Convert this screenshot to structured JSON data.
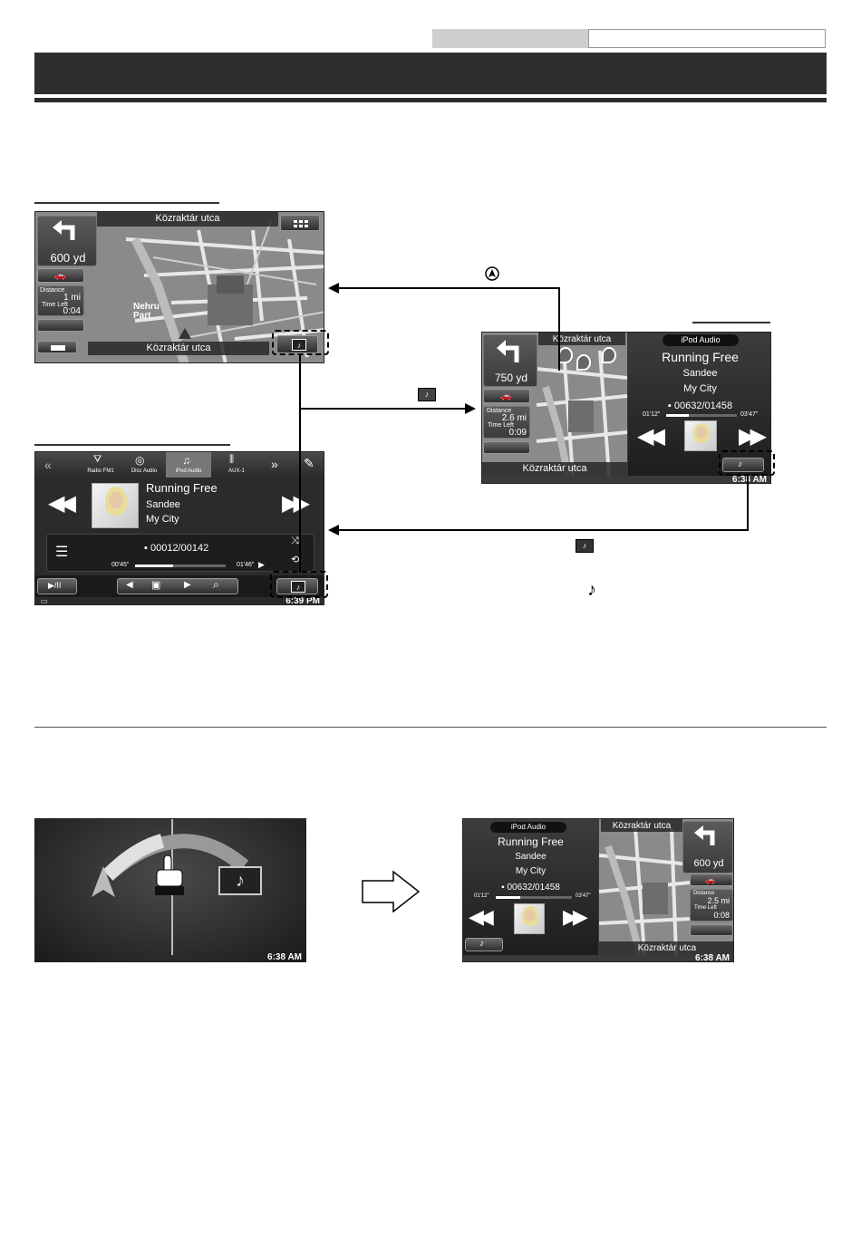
{
  "nav_full": {
    "street_top": "Közraktár utca",
    "street_bottom": "Közraktár utca",
    "turn_distance": "600 yd",
    "distance_label": "Distance",
    "distance_value": "1 mi",
    "time_label": "Time Left",
    "time_value": "0:04",
    "map_label": "Nehru\nPart"
  },
  "split_screen": {
    "street_top": "Közraktár utca",
    "street_bottom": "Közraktár utca",
    "turn_distance": "750 yd",
    "distance_label": "Distance",
    "distance_value": "2.6 mi",
    "time_label": "Time Left",
    "time_value": "0:09",
    "source": "iPod Audio",
    "title": "Running Free",
    "artist": "Sandee",
    "album": "My City",
    "track": "00632/01458",
    "elapsed": "01'12\"",
    "total": "03'47\"",
    "progress": 0.32,
    "clock": "6:38 AM"
  },
  "audio_full": {
    "sources": [
      "Radio FM1",
      "Disc Audio",
      "iPod Audio",
      "AUX-1"
    ],
    "title": "Running Free",
    "artist": "Sandee",
    "album": "My City",
    "track": "00012/00142",
    "elapsed": "00'45\"",
    "total": "01'46\"",
    "progress": 0.42,
    "clock": "6:39 PM"
  },
  "gesture_screen": {
    "clock": "6:38 AM"
  },
  "result_screen": {
    "source": "iPod Audio",
    "title": "Running Free",
    "artist": "Sandee",
    "album": "My City",
    "track": "00632/01458",
    "elapsed": "01'12\"",
    "total": "03'47\"",
    "progress": 0.32,
    "street_top": "Közraktár utca",
    "street_bottom": "Közraktár utca",
    "turn_distance": "600 yd",
    "distance_label": "Distance",
    "distance_value": "2.5 mi",
    "time_label": "Time Left",
    "time_value": "0:08",
    "clock": "6:38 AM"
  },
  "icons": {
    "nav_arrow": "navigation-circle-icon",
    "split": "music-map-icon",
    "music": "music-button-icon",
    "note": "♪"
  },
  "colors": {
    "header": "#2e2e2e",
    "screen": "#3a3a3a",
    "map": "#8d8d8d"
  }
}
